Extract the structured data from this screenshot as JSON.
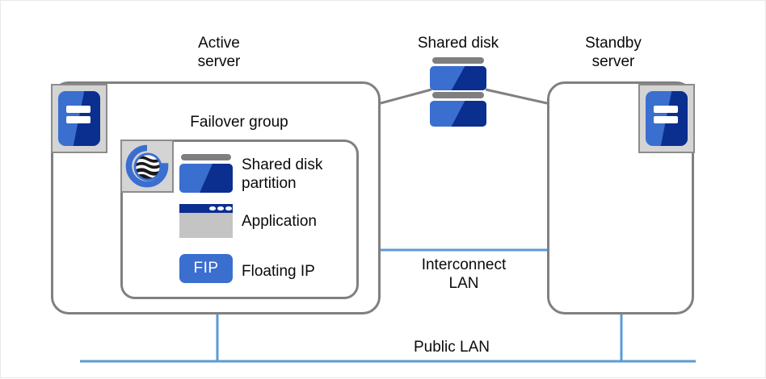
{
  "diagram": {
    "title_labels": {
      "active_server": "Active\nserver",
      "shared_disk": "Shared disk",
      "standby_server": "Standby\nserver",
      "failover_group": "Failover group"
    },
    "network_labels": {
      "interconnect_lan": "Interconnect\nLAN",
      "public_lan": "Public  LAN"
    },
    "resources": [
      {
        "icon": "shared-disk-partition-icon",
        "label": "Shared  disk\npartition"
      },
      {
        "icon": "application-window-icon",
        "label": "Application"
      },
      {
        "icon": "fip-badge-icon",
        "label": "Floating IP",
        "badge_text": "FIP"
      }
    ],
    "icons": {
      "active_server_icon": "server-icon",
      "standby_server_icon": "server-icon",
      "cluster_logo": "expresscluster-logo-icon",
      "shared_disk_icon": "disk-stack-icon"
    },
    "colors": {
      "accent_blue": "#3a6fd0",
      "dark_blue": "#0b2f8f",
      "lan_blue": "#5b9bd5",
      "outline_gray": "#808080",
      "tile_gray": "#d4d4d4",
      "app_body_gray": "#c4c4c4"
    }
  }
}
